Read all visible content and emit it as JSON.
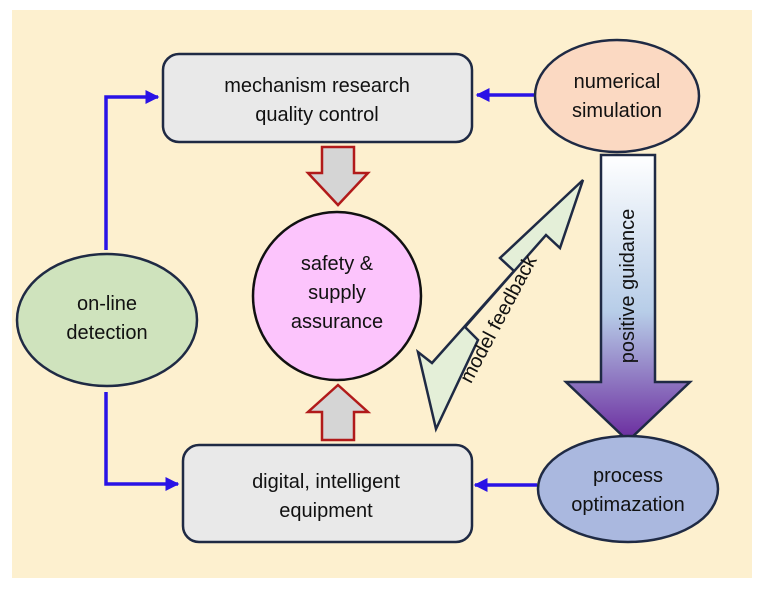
{
  "diagram": {
    "boxes": {
      "top": {
        "lines": [
          "mechanism research",
          "quality control"
        ]
      },
      "bottom": {
        "lines": [
          "digital, intelligent",
          "equipment"
        ]
      }
    },
    "center": {
      "lines": [
        "safety &",
        "supply",
        "assurance"
      ]
    },
    "ellipses": {
      "left": {
        "lines": [
          "on-line",
          "detection"
        ]
      },
      "top_right": {
        "lines": [
          "numerical",
          "simulation"
        ]
      },
      "bottom_right": {
        "lines": [
          "process",
          "optimazation"
        ]
      }
    },
    "arrows": {
      "diagonal_label": "model feedback",
      "vertical_label": "positive guidance"
    },
    "colors": {
      "background": "#fdf0cf",
      "box_fill": "#e9e9e9",
      "box_stroke": "#1f2a44",
      "center_fill": "#fcc4fc",
      "left_ellipse_fill": "#cfe3bd",
      "top_right_ellipse_fill": "#fbd9c2",
      "bottom_right_ellipse_fill": "#aab8df",
      "connector": "#2a12e6",
      "small_arrow_fill": "#d5d5d5",
      "small_arrow_stroke": "#b11a1a",
      "diagonal_arrow_fill": "#e4efd8",
      "vertical_arrow_top": "#ffffff",
      "vertical_arrow_mid": "#b7cde8",
      "vertical_arrow_bottom": "#6a2a9e"
    }
  }
}
